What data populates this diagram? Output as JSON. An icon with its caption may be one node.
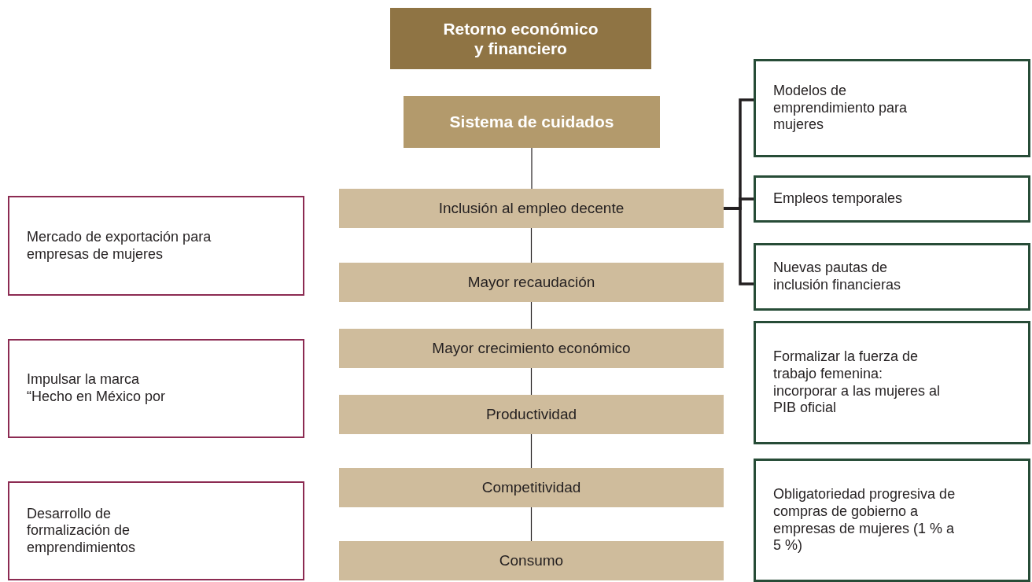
{
  "diagram": {
    "nodes": [
      {
        "text": [
          "Retorno económico y financiero"
        ]
      },
      {
        "text": [
          "Sistema de cuidados"
        ]
      },
      {
        "text": [
          "Inclusión al empleo decente"
        ]
      },
      {
        "text": [
          "Mayor recaudación"
        ]
      },
      {
        "text": [
          "Mayor crecimiento económico"
        ]
      },
      {
        "text": [
          "Productividad"
        ]
      },
      {
        "text": [
          "Competitividad"
        ]
      },
      {
        "text": [
          "Consumo"
        ]
      },
      {
        "text": [
          "Mercado de exportación para empresas de mujeres"
        ]
      },
      {
        "text": [
          "Impulsar la marca “Hecho en México por"
        ]
      },
      {
        "text": [
          "Desarrollo de formalización de emprendimientos"
        ]
      },
      {
        "text": [
          "Modelos de emprendimiento para mujeres"
        ]
      },
      {
        "text": [
          "Empleos temporales"
        ]
      },
      {
        "text": [
          "Nuevas pautas de inclusión financieras"
        ]
      },
      {
        "text": [
          "Formalizar la fuerza de trabajo femenina: incorporar a las mujeres al PIB oficial"
        ]
      },
      {
        "text": [
          "Obligatoriedad progresiva de compras de gobierno a empresas de mujeres (1 % a 5 %)"
        ]
      }
    ],
    "edges": [
      {
        "from": 1,
        "to": 2,
        "arrow": "none"
      },
      {
        "from": 2,
        "to": 3,
        "arrow": "none"
      },
      {
        "from": 3,
        "to": 4,
        "arrow": "none"
      },
      {
        "from": 4,
        "to": 5,
        "arrow": "none"
      },
      {
        "from": 5,
        "to": 6,
        "arrow": "none"
      },
      {
        "from": 6,
        "to": 7,
        "arrow": "none"
      },
      {
        "from": 2,
        "to": 11,
        "arrow": "none",
        "style": "thick"
      },
      {
        "from": 2,
        "to": 12,
        "arrow": "none",
        "style": "thick"
      },
      {
        "from": 2,
        "to": 13,
        "arrow": "none",
        "style": "thick"
      }
    ]
  }
}
